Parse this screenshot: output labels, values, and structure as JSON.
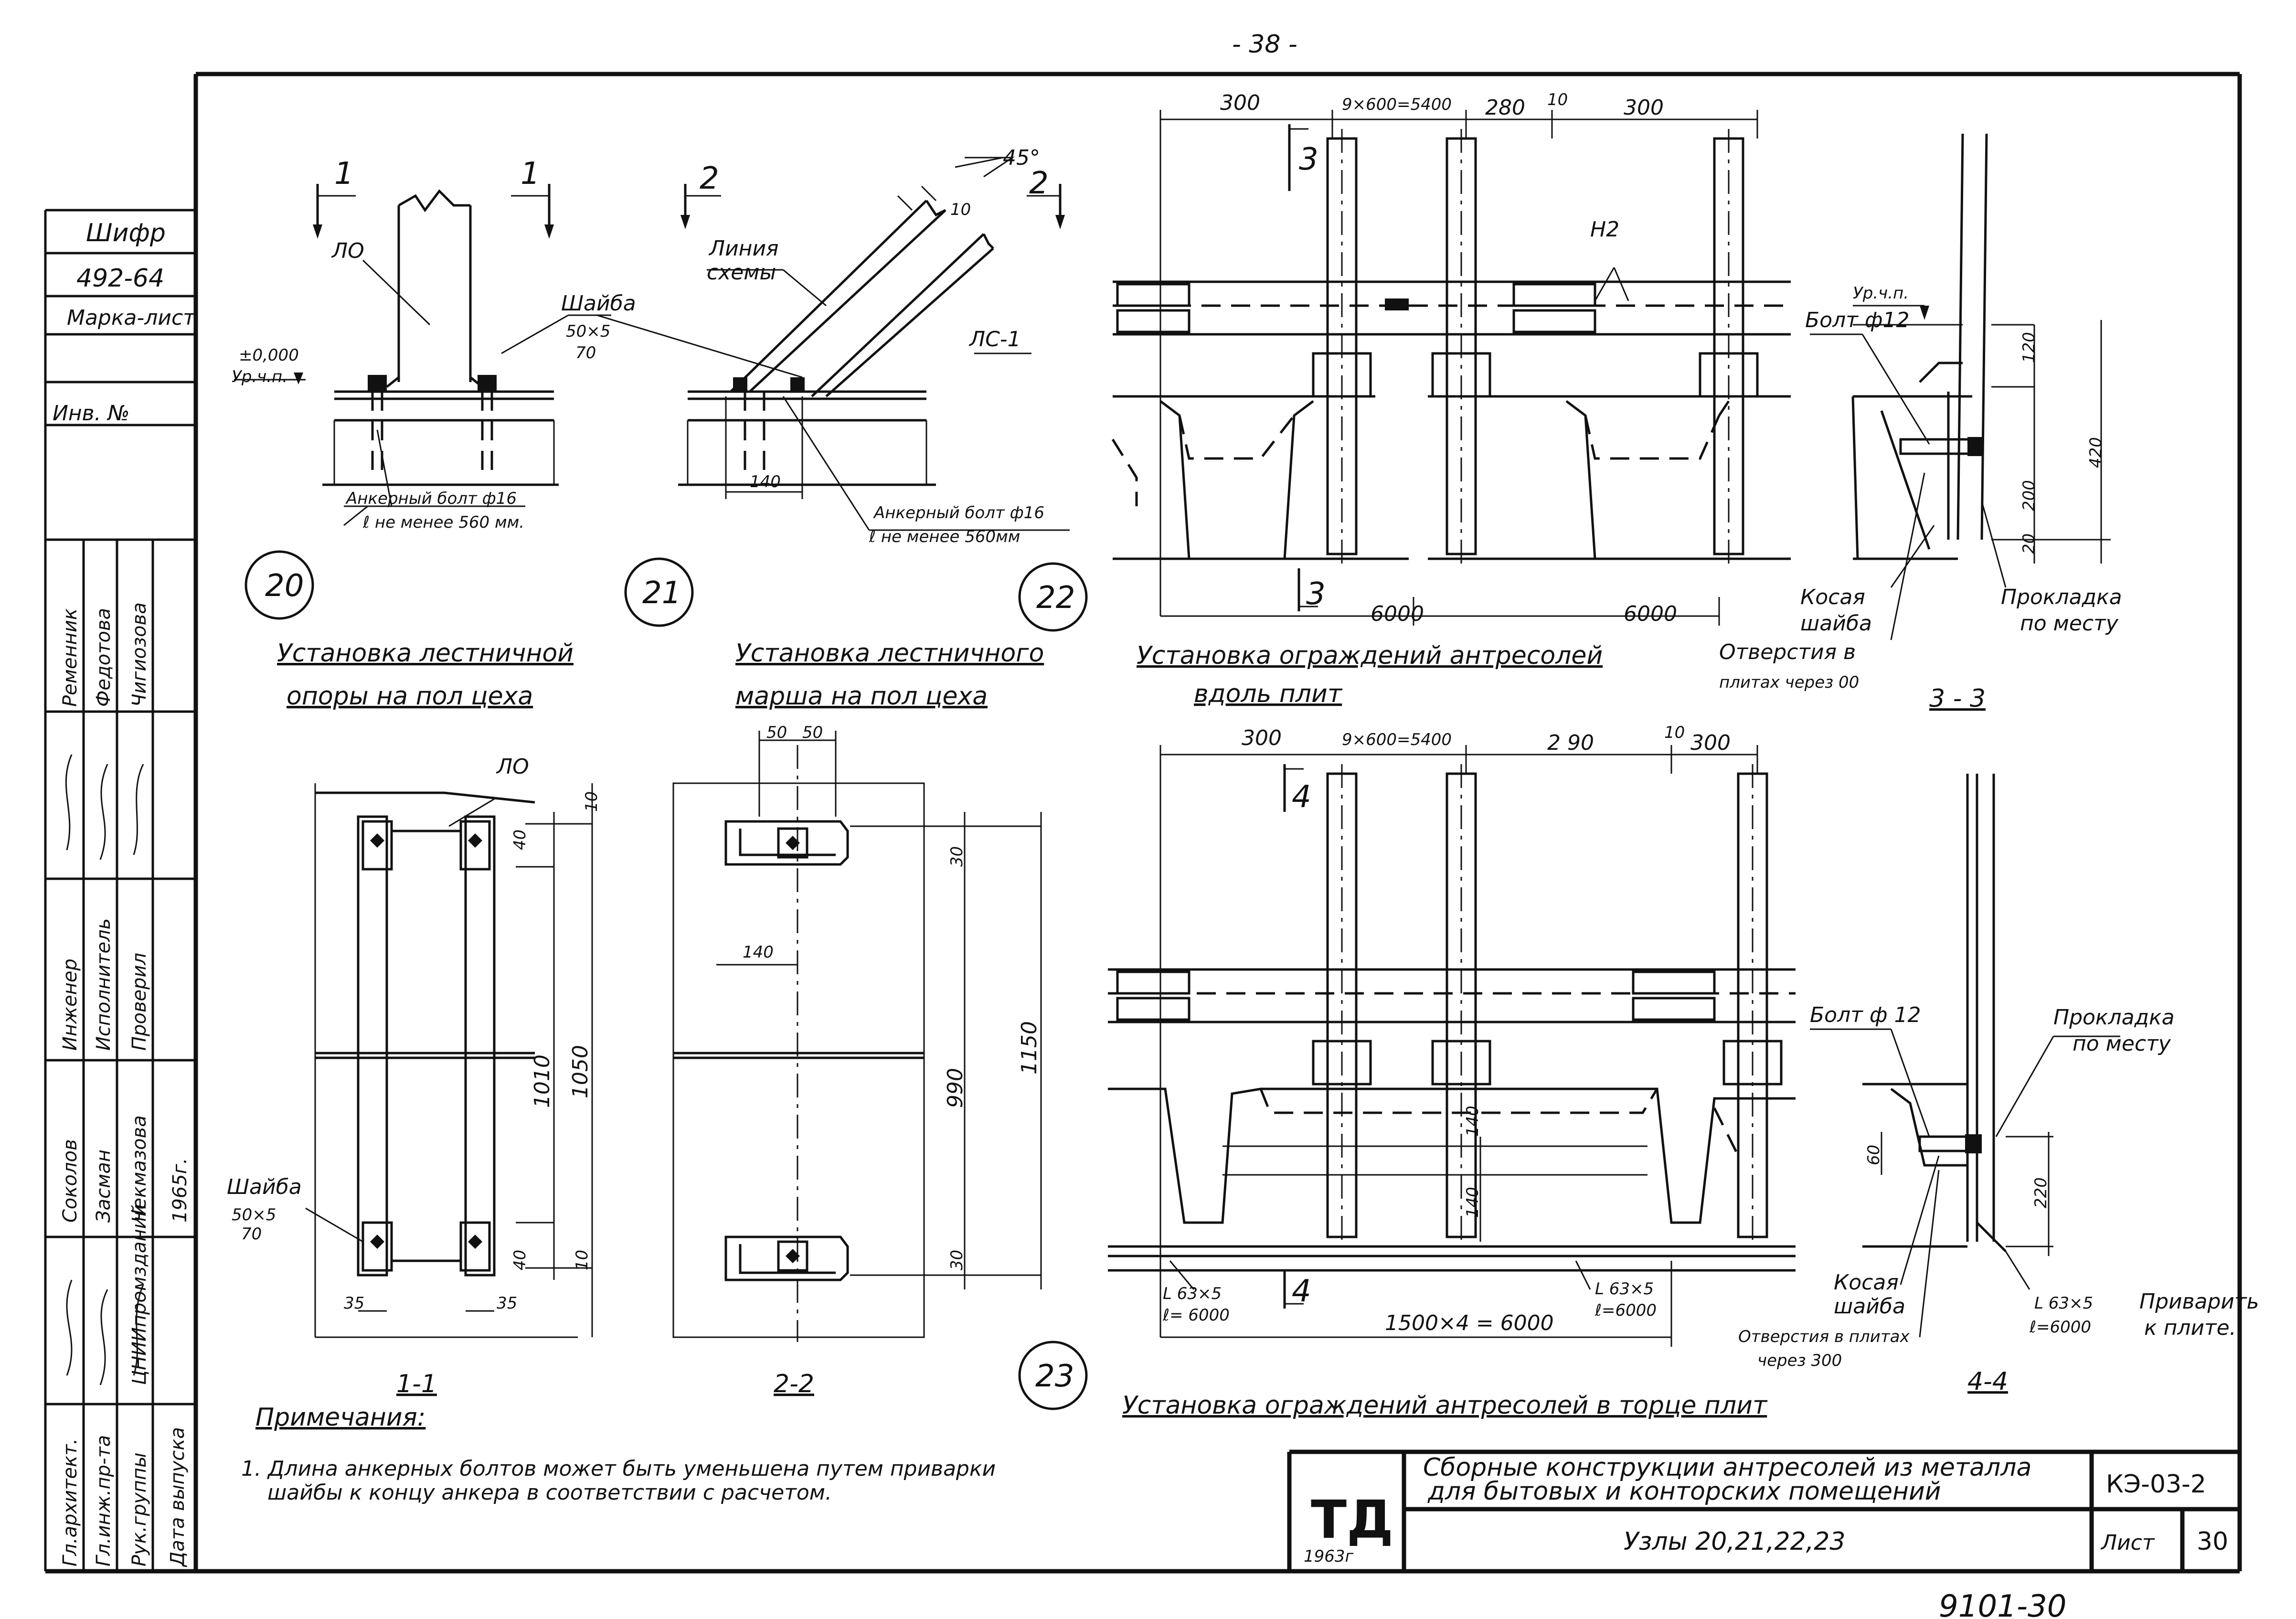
{
  "page_number": "- 38 -",
  "stamp_bottom_right": "9101-30",
  "sidebar": {
    "cipher_label": "Шифр",
    "cipher_value": "492-64",
    "mark_label": "Марка-лист",
    "inv_label": "Инв. №",
    "names": [
      "Ременник",
      "Федотова",
      "Чигиозова"
    ],
    "roles": [
      "Инженер",
      "Исполнитель",
      "Проверил"
    ],
    "names2": [
      "Соколов",
      "Засман",
      "Чекмазова"
    ],
    "year": "1965г.",
    "heads": [
      "Гл.инж.пр-та",
      "Рук.группы",
      "Гл.архитект."
    ],
    "org": "ЦНИИпромзданий",
    "release_date": "Дата выпуска"
  },
  "node20": {
    "section_mark": "1",
    "lo": "ЛО",
    "washer": "Шайба",
    "washer_size": "50×5",
    "washer_len": "70",
    "level_value": "±0,000",
    "level_label": "Ур.ч.п.",
    "anchor": "Анкерный болт ф16",
    "anchor_len": "ℓ не менее 560 мм.",
    "number": "20",
    "title1": "Установка лестничной",
    "title2": "опоры на пол цеха"
  },
  "node21": {
    "section_mark": "2",
    "angle": "45°",
    "dim10": "10",
    "scheme1": "Линия",
    "scheme2": "схемы",
    "lc": "ЛС-1",
    "dim140": "140",
    "anchor": "Анкерный болт ф16",
    "anchor_len": "ℓ не менее 560мм",
    "number": "21",
    "title1": "Установка лестничного",
    "title2": "марша на пол цеха"
  },
  "node22": {
    "dims_top": [
      "300",
      "9×600=5400",
      "280",
      "10",
      "300"
    ],
    "h2": "Н2",
    "section3": "3",
    "dims_bottom": [
      "6000",
      "6000"
    ],
    "number": "22",
    "title1": "Установка ограждений антресолей",
    "title2": "вдоль плит"
  },
  "section33": {
    "level": "Ур.ч.п.",
    "bolt": "Болт ф12",
    "dims": [
      "120",
      "420",
      "200",
      "20"
    ],
    "washer1": "Косая",
    "washer2": "шайба",
    "holes1": "Отверстия в",
    "holes2": "плитах через 00",
    "pad1": "Прокладка",
    "pad2": "по месту",
    "title": "3 - 3"
  },
  "section11": {
    "lo": "ЛО",
    "dims": [
      "10",
      "40",
      "1010",
      "1050",
      "40",
      "10"
    ],
    "washer": "Шайба",
    "washer_size": "50×5",
    "washer_len": "70",
    "dim35a": "35",
    "dim35b": "35",
    "title": "1-1"
  },
  "section22": {
    "dims_top": [
      "50",
      "50"
    ],
    "dim140": "140",
    "dims_right": [
      "30",
      "990",
      "1150",
      "30"
    ],
    "title": "2-2"
  },
  "node23": {
    "number": "23",
    "dims_top": [
      "300",
      "9×600=5400",
      "2 90",
      "10",
      "300"
    ],
    "section4": "4",
    "dims_mid": [
      "140",
      "140"
    ],
    "angle1": "L 63×5",
    "angle1_len": "ℓ= 6000",
    "angle2": "L 63×5",
    "angle2_len": "ℓ=6000",
    "bottom_dim": "1500×4 = 6000",
    "title": "Установка ограждений антресолей в торце плит"
  },
  "section44": {
    "bolt": "Болт ф 12",
    "pad1": "Прокладка",
    "pad2": "по месту",
    "dims": [
      "60",
      "220"
    ],
    "washer1": "Косая",
    "washer2": "шайба",
    "holes1": "Отверстия в плитах",
    "holes2": "через 300",
    "angle": "L 63×5",
    "angle_len": "ℓ=6000",
    "weld1": "Приварить",
    "weld2": "к плите.",
    "title": "4-4"
  },
  "notes": {
    "heading": "Примечания:",
    "line1": "1. Длина анкерных болтов может быть уменьшена путем приварки",
    "line2": "шайбы к концу анкера в соответствии с расчетом."
  },
  "title_block": {
    "logo": "ТД",
    "year": "1963г",
    "title1": "Сборные конструкции антресолей из металла",
    "title2": "для бытовых и конторских помещений",
    "subtitle": "Узлы 20,21,22,23",
    "code": "КЭ-03-2",
    "sheet_label": "Лист",
    "sheet_number": "30"
  }
}
